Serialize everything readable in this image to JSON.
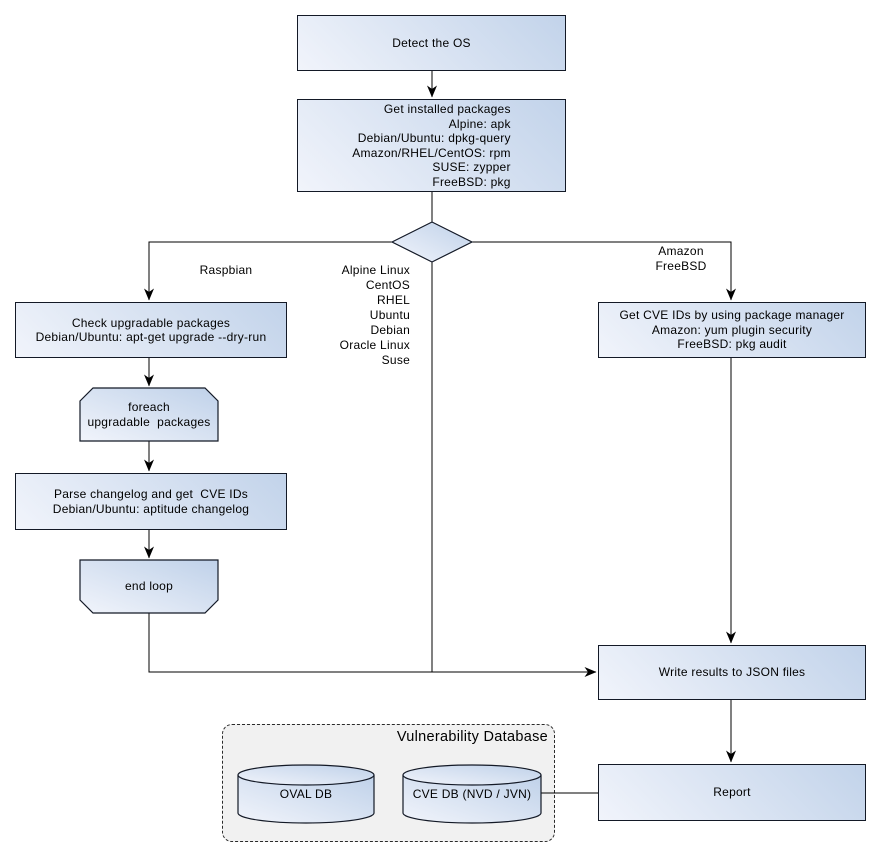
{
  "nodes": {
    "detect_os": "Detect the OS",
    "get_installed_packages": "Get installed packages\nAlpine: apk\nDebian/Ubuntu: dpkg-query\nAmazon/RHEL/CentOS: rpm\nSUSE: zypper\nFreeBSD: pkg",
    "check_upgradable": "Check upgradable packages\nDebian/Ubuntu: apt-get upgrade --dry-run",
    "foreach_loop": "foreach\nupgradable  packages",
    "parse_changelog": "Parse changelog and get  CVE IDs\nDebian/Ubuntu: aptitude changelog",
    "end_loop": "end loop",
    "get_cve_ids": "Get CVE IDs by using package manager\nAmazon: yum plugin security\nFreeBSD: pkg audit",
    "write_results": "Write results to JSON files",
    "report": "Report",
    "oval_db": "OVAL DB",
    "cve_db": "CVE DB (NVD / JVN)"
  },
  "edge_labels": {
    "left_branch": "Raspbian",
    "middle_branch": "Alpine Linux\nCentOS\nRHEL\nUbuntu\nDebian\nOracle Linux\nSuse",
    "right_branch": "Amazon\nFreeBSD"
  },
  "cluster": {
    "title": "Vulnerability Database"
  },
  "colors": {
    "node_fill_light": "#f1f4fb",
    "node_fill_dark": "#c2d3ea",
    "node_border": "#131926",
    "edge": "#000000",
    "cluster_fill": "#f1f1f1",
    "canvas": "#ffffff"
  }
}
